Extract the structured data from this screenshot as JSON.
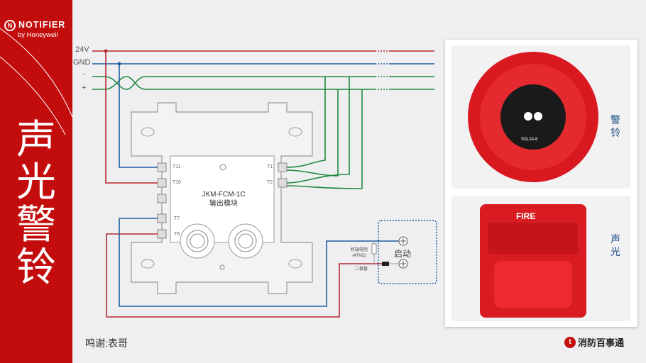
{
  "sidebar": {
    "logo": {
      "brand": "NOTIFIER",
      "sub": "by Honeywell",
      "mark": "N"
    },
    "title_chars": [
      "声",
      "光",
      "警",
      "铃"
    ]
  },
  "wires": {
    "v24": "24V",
    "gnd": "GND",
    "minus": "-",
    "plus": "+"
  },
  "module": {
    "terminals": {
      "t11": "T11",
      "t10": "T10",
      "t7": "T7",
      "t6": "T6",
      "t1": "T1",
      "t2": "T2"
    },
    "model": "JKM-FCM-1C",
    "name": "输出模块"
  },
  "start_box": {
    "resistor": "终端电阻",
    "resistor_value": "(47KΩ)",
    "diode": "二极管",
    "label": "启动"
  },
  "products": {
    "bell_label": [
      "警",
      "铃"
    ],
    "strobe_label": [
      "声",
      "光"
    ],
    "strobe_text": "FIRE",
    "bell_model": "SSL24-6"
  },
  "credit": "鸣谢:表哥",
  "brand": {
    "name": "消防百事通",
    "icon": "t"
  },
  "colors": {
    "accent": "#c30d0d",
    "red_wire": "#b52a2f",
    "blue_wire": "#1f5fa0",
    "green_wire": "#1e8a3e"
  }
}
